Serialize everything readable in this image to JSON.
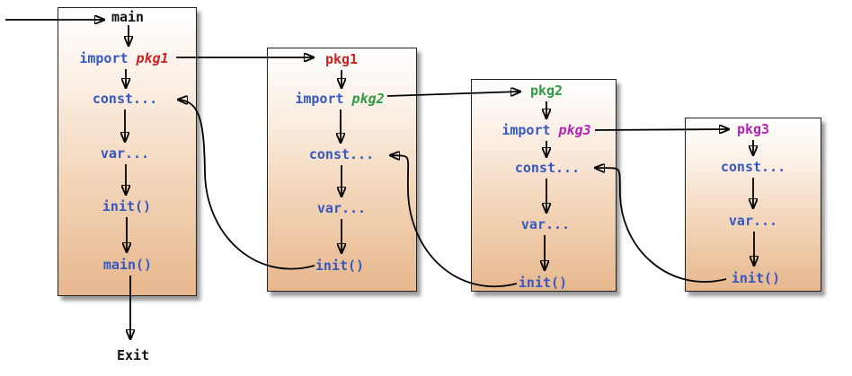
{
  "diagram": {
    "boxes": [
      {
        "title": "main",
        "import_keyword": "import",
        "import_package": "pkg1",
        "items": [
          "const...",
          "var...",
          "init()",
          "main()"
        ]
      },
      {
        "title": "pkg1",
        "import_keyword": "import",
        "import_package": "pkg2",
        "items": [
          "const...",
          "var...",
          "init()"
        ]
      },
      {
        "title": "pkg2",
        "import_keyword": "import",
        "import_package": "pkg3",
        "items": [
          "const...",
          "var...",
          "init()"
        ]
      },
      {
        "title": "pkg3",
        "items": [
          "const...",
          "var...",
          "init()"
        ]
      }
    ],
    "exit_label": "Exit",
    "colors": {
      "keyword_blue": "#3558c0",
      "body_blue": "#3558c0",
      "pkg1_red": "#cc2222",
      "pkg2_green": "#2e9b44",
      "pkg3_magenta": "#b424b4",
      "black": "#111111",
      "box_gradient_top": "#ffffff",
      "box_gradient_bottom": "#e7b78d"
    }
  }
}
